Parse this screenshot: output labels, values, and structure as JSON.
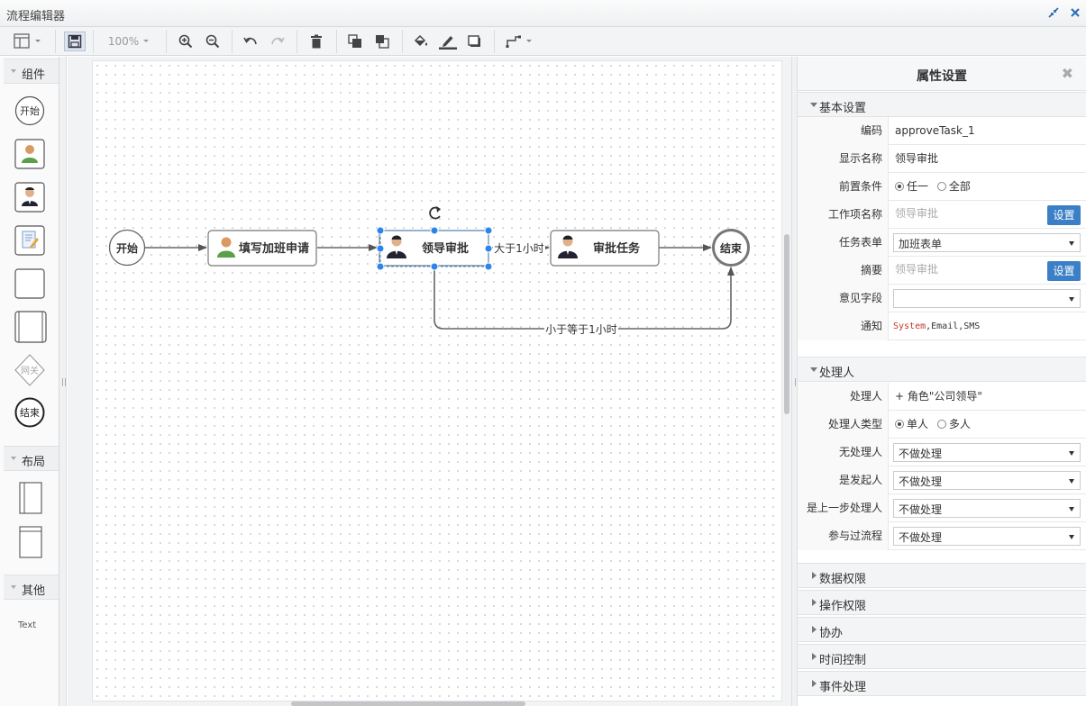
{
  "window": {
    "title": "流程编辑器"
  },
  "toolbar": {
    "zoom": "100%"
  },
  "palette": {
    "components_label": "组件",
    "layout_label": "布局",
    "other_label": "其他",
    "start_label": "开始",
    "gateway_label": "网关",
    "end_label": "结束",
    "text_label": "Text"
  },
  "diagram": {
    "nodes": {
      "start": "开始",
      "fill_request": "填写加班申请",
      "leader_approve": "领导审批",
      "approve_task": "审批任务",
      "end": "结束"
    },
    "edges": {
      "gt_one_hour": "大于1小时",
      "le_one_hour": "小于等于1小时"
    }
  },
  "props": {
    "title": "属性设置",
    "basic": {
      "label": "基本设置",
      "code_label": "编码",
      "code_value": "approveTask_1",
      "display_label": "显示名称",
      "display_value": "领导审批",
      "precond_label": "前置条件",
      "precond_opt1": "任一",
      "precond_opt2": "全部",
      "workitem_label": "工作项名称",
      "workitem_value": "领导审批",
      "form_label": "任务表单",
      "form_value": "加班表单",
      "summary_label": "摘要",
      "summary_value": "领导审批",
      "opinion_label": "意见字段",
      "opinion_value": "",
      "notify_label": "通知",
      "notify_v1": "System",
      "notify_v2": ",Email,SMS",
      "set_button": "设置"
    },
    "handler": {
      "label": "处理人",
      "handler_label": "处理人",
      "handler_value": "+ 角色\"公司领导\"",
      "type_label": "处理人类型",
      "type_opt1": "单人",
      "type_opt2": "多人",
      "none_label": "无处理人",
      "none_value": "不做处理",
      "initiator_label": "是发起人",
      "initiator_value": "不做处理",
      "prev_label": "是上一步处理人",
      "prev_value": "不做处理",
      "joined_label": "参与过流程",
      "joined_value": "不做处理"
    },
    "collapsed": [
      "数据权限",
      "操作权限",
      "协办",
      "时间控制",
      "事件处理"
    ]
  }
}
